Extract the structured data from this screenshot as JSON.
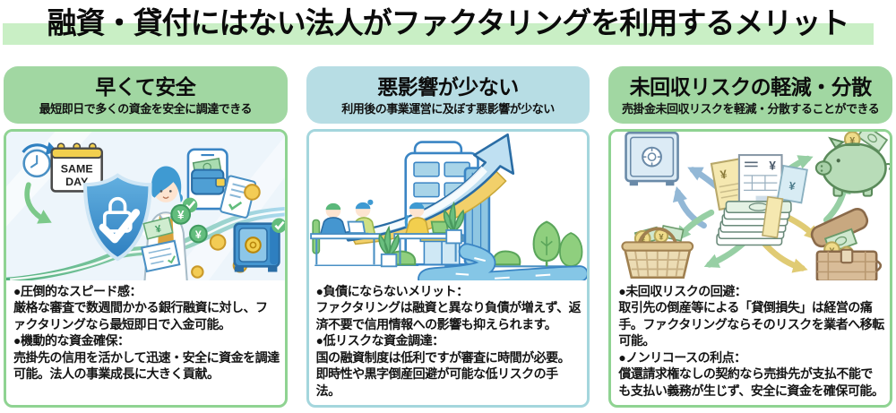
{
  "page": {
    "title": "融資・貸付にはない法人がファクタリングを利用するメリット",
    "band_color": "#c9efc5"
  },
  "symbols": {
    "yen": "¥",
    "bullet": "●"
  },
  "cards": [
    {
      "title": "早くて安全",
      "subtitle": "最短即日で多くの資金を安全に調達できる",
      "theme_color": "#a1d7a2",
      "border_color": "#8fd392",
      "points": [
        {
          "heading": "●圧倒的なスピード感：",
          "body": "厳格な審査で数週間かかる銀行融資に対し、ファクタリングなら最短即日で入金可能。"
        },
        {
          "heading": "●機動的な資金確保：",
          "body": "売掛先の信用を活かして迅速・安全に資金を調達可能。法人の事業成長に大きく貢献。"
        }
      ],
      "illustration": {
        "calendar_line1": "SAME",
        "calendar_line2": "DAY"
      }
    },
    {
      "title": "悪影響が少ない",
      "subtitle": "利用後の事業運営に及ぼす悪影響が少ない",
      "theme_color": "#b7dde4",
      "border_color": "#a4d6dd",
      "points": [
        {
          "heading": "●負債にならないメリット：",
          "body": "ファクタリングは融資と異なり負債が増えず、返済不要で信用情報への影響も抑えられます。"
        },
        {
          "heading": "●低リスクな資金調達：",
          "body": "国の融資制度は低利ですが審査に時間が必要。即時性や黒字倒産回避が可能な低リスクの手法。"
        }
      ],
      "illustration": {}
    },
    {
      "title": "未回収リスクの軽減・分散",
      "subtitle": "売掛金未回収リスクを軽減・分散することができる",
      "theme_color": "#a1d7a2",
      "border_color": "#8fd392",
      "points": [
        {
          "heading": "●未回収リスクの回避：",
          "body": "取引先の倒産等による「貸倒損失」は経営の痛手。ファクタリングならそのリスクを業者へ移転可能。"
        },
        {
          "heading": "●ノンリコースの利点：",
          "body": "償還請求権なしの契約なら売掛先が支払不能でも支払い義務が生じず、安全に資金を確保可能。"
        }
      ],
      "illustration": {}
    }
  ]
}
